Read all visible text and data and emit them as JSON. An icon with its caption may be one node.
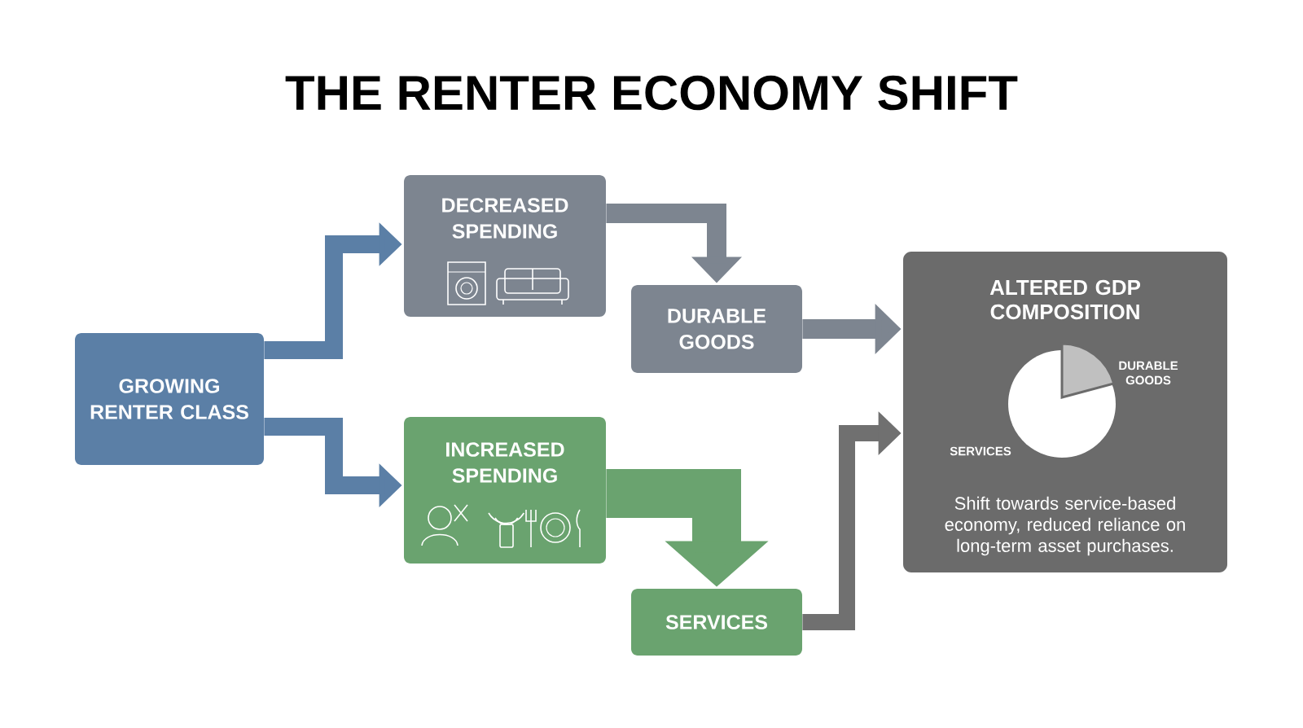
{
  "diagram": {
    "title": "THE RENTER ECONOMY SHIFT",
    "nodes": [
      {
        "text": [
          "GROWING RENTER CLASS"
        ]
      },
      {
        "text": [
          "DECREASED SPENDING"
        ]
      },
      {
        "text": [
          "DURABLE GOODS"
        ]
      },
      {
        "text": [
          "INCREASED SPENDING"
        ]
      },
      {
        "text": [
          "SERVICES"
        ]
      },
      {
        "text": [
          "ALTERED GDP COMPOSITION",
          "DURABLE GOODS",
          "SERVICES",
          "Shift towards service-based economy, reduced reliance on long-term asset purchases."
        ]
      }
    ],
    "edges": [
      {
        "from": 0,
        "to": 1,
        "arrow": "to",
        "color": "#5b7fa6"
      },
      {
        "from": 0,
        "to": 3,
        "arrow": "to",
        "color": "#5b7fa6"
      },
      {
        "from": 1,
        "to": 2,
        "arrow": "to",
        "color": "#7d8590"
      },
      {
        "from": 2,
        "to": 5,
        "arrow": "to",
        "color": "#7d8590"
      },
      {
        "from": 3,
        "to": 4,
        "arrow": "to",
        "style": "thick",
        "color": "#6aa36f"
      },
      {
        "from": 4,
        "to": 5,
        "arrow": "to",
        "color": "#707070"
      }
    ]
  }
}
